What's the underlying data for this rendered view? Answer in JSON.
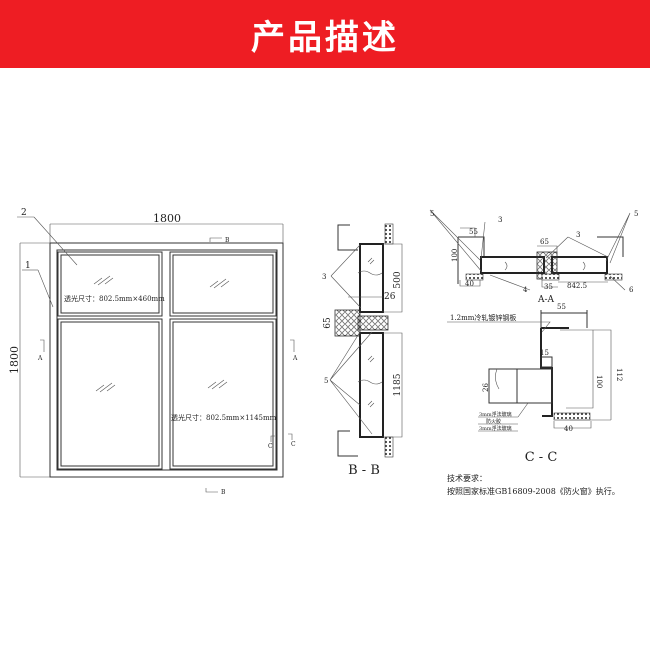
{
  "header": {
    "title": "产品描述",
    "background_color": "#ee1d23"
  },
  "elevation": {
    "width_dim": "1800",
    "height_dim": "1800",
    "callouts": [
      "1",
      "2"
    ],
    "section_marks": {
      "a": "A",
      "b": "B",
      "c": "C"
    },
    "upper_glass_label": "透光尺寸：802.5mm×460mm",
    "lower_glass_label": "透光尺寸：802.5mm×1145mm"
  },
  "section_bb": {
    "title": "B - B",
    "dims": {
      "upper": "500",
      "glass": "26",
      "mullion": "65",
      "lower": "1185"
    },
    "callouts": [
      "3",
      "5"
    ]
  },
  "section_aa": {
    "title": "A-A",
    "dims": {
      "frame_width": "55",
      "frame_depth": "100",
      "mullion": "65",
      "sill_left": "40",
      "mullion_sill": "35",
      "glass": "842.5"
    },
    "callouts": [
      "3",
      "4",
      "5",
      "6"
    ]
  },
  "section_cc": {
    "title": "C - C",
    "material_label": "1.2mm冷轧镀锌钢板",
    "dims": {
      "top": "55",
      "step": "15",
      "glass": "26",
      "inner": "100",
      "outer": "112",
      "sill": "40"
    },
    "layers": [
      "3mm浮法玻璃",
      "防火胶",
      "3mm浮法玻璃"
    ]
  },
  "notes": {
    "title": "技术要求：",
    "line": "按照国家标准GB16809-2008《防火窗》执行。"
  }
}
